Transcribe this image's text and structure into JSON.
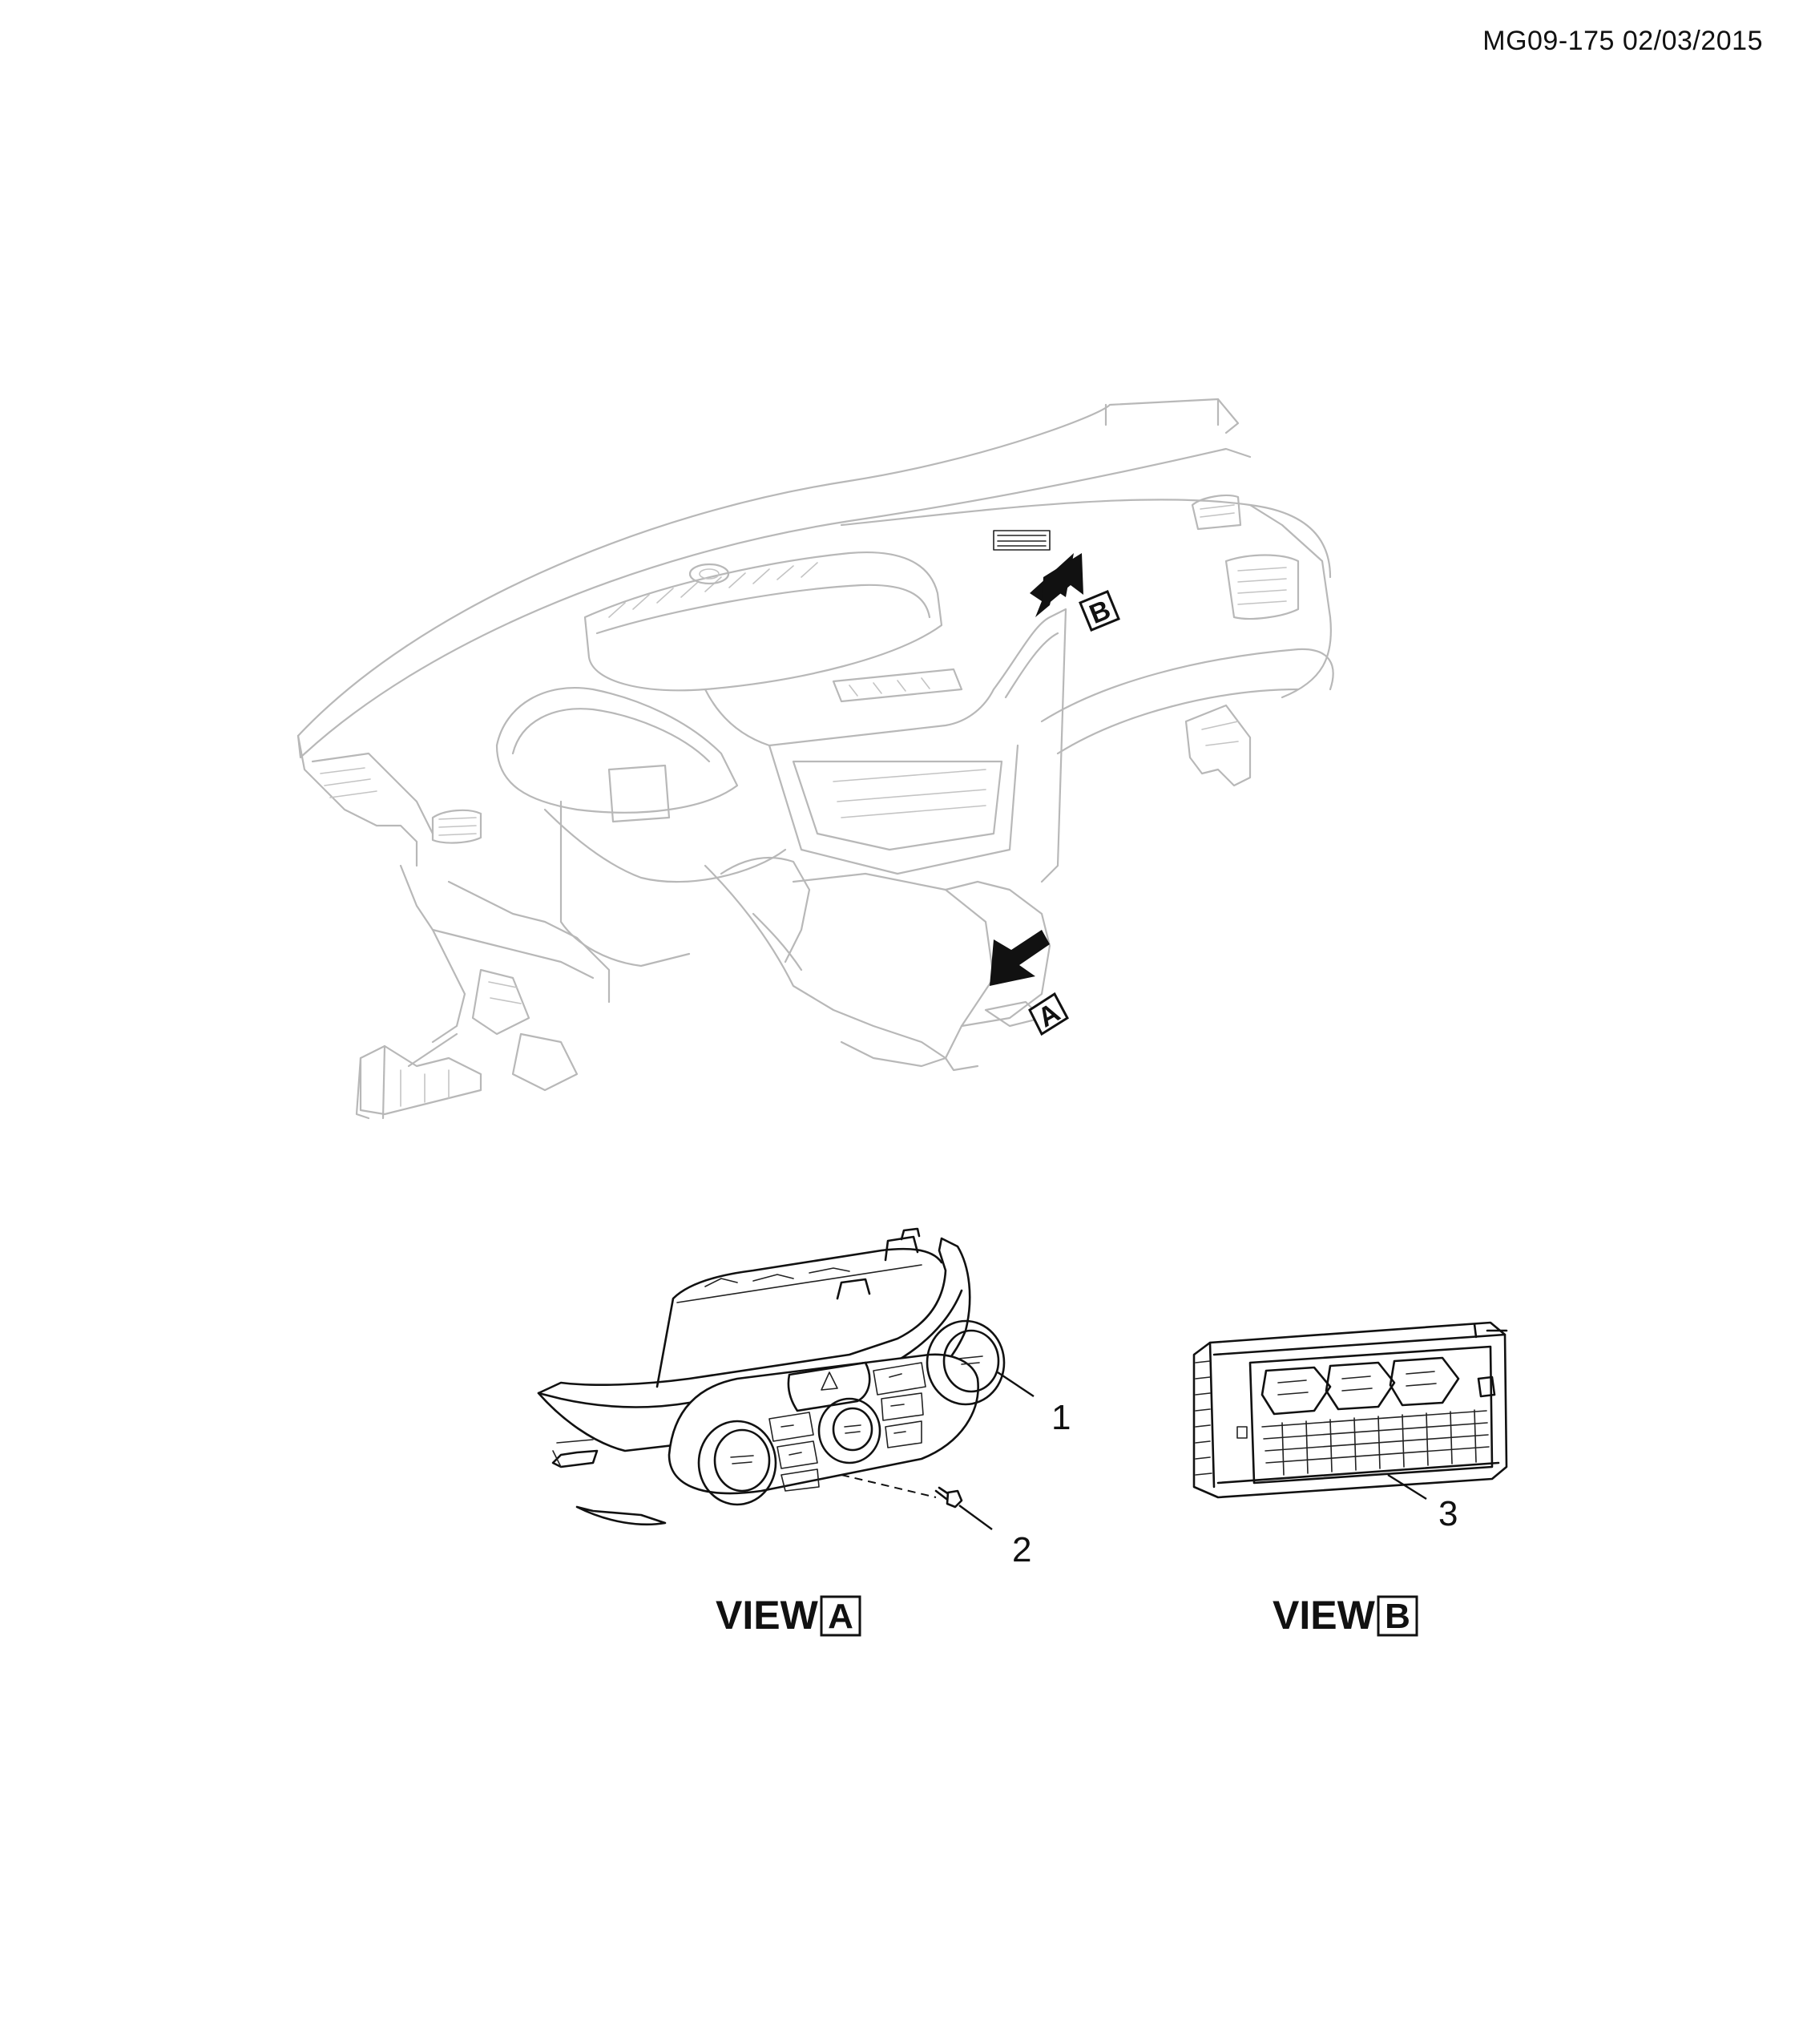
{
  "header": {
    "doc_id": "MG09-175 02/03/2015"
  },
  "callouts": {
    "part_1": "1",
    "part_2": "2",
    "part_3": "3"
  },
  "arrows": {
    "a_letter": "A",
    "b_letter": "B"
  },
  "views": {
    "view_a_word": "VIEW",
    "view_a_letter": "A",
    "view_b_word": "VIEW",
    "view_b_letter": "B"
  },
  "colors": {
    "ink": "#111111",
    "ghost_outline": "#b8b8b8",
    "background": "#ffffff"
  }
}
